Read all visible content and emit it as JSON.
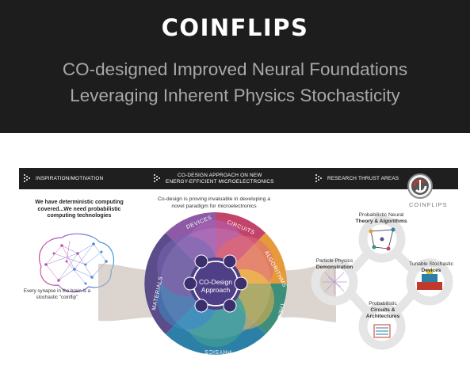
{
  "hero": {
    "title": "COINFLIPS",
    "subtitle": "CO-designed Improved Neural Foundations Leveraging Inherent Physics Stochasticity"
  },
  "infographic": {
    "header": {
      "inspiration": "INSPIRATION/MOTIVATION",
      "codesign_line1": "CO-DESIGN APPROACH ON NEW",
      "codesign_line2": "ENERGY-EFFICIENT MICROELECTRONICS",
      "research": "RESEARCH THRUST AREAS"
    },
    "logo": {
      "brand": "COINFLIPS"
    },
    "left": {
      "headline": "We have deterministic computing covered...We need probabilistic computing technologies",
      "caption": "Every synapse in the brain is a stochastic \"coinflip\""
    },
    "middle": {
      "intro": "Co-design is proving invaluable in developing a novel paradigm for microelectronics",
      "center_label": "CO-Design Approach",
      "ring": {
        "devices": "DEVICES",
        "circuits": "CIRCUITS",
        "algorithms": "ALGORITHMS",
        "theory": "THEORY",
        "physics": "PHYSICS",
        "materials": "MATERIALS"
      }
    },
    "right": {
      "neural_line1": "Probabilistic Neural",
      "neural_line2": "Theory & Algorithms",
      "particle_line1": "Particle Physics",
      "particle_line2": "Demonstration",
      "devices_line1": "Tunable Stochastic",
      "devices_line2": "Devices",
      "circuits_line1": "Probabilistic",
      "circuits_line2": "Circuits &",
      "circuits_line3": "Architectures"
    },
    "colors": {
      "devices": "#8e5aa6",
      "circuits": "#c2446a",
      "algorithms": "#e69a3c",
      "theory": "#3c8f7a",
      "physics": "#2c7fa6",
      "materials": "#5a4d8a",
      "accent": "#c0392b"
    }
  }
}
